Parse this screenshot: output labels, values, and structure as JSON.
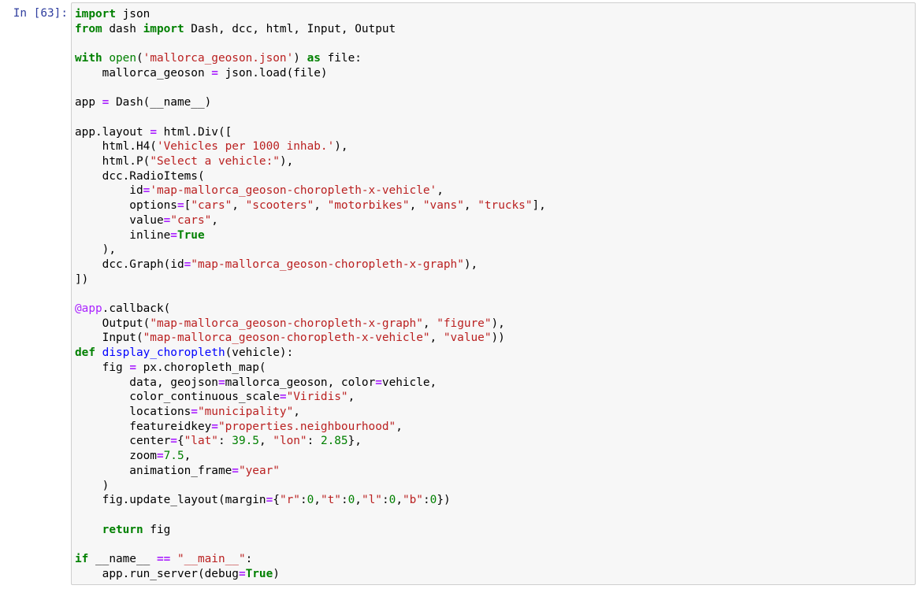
{
  "cell": {
    "prompt": "In [63]:",
    "language": "python",
    "lines": [
      "import json",
      "from dash import Dash, dcc, html, Input, Output",
      "",
      "with open('mallorca_geoson.json') as file:",
      "    mallorca_geoson = json.load(file)",
      "",
      "app = Dash(__name__)",
      "",
      "app.layout = html.Div([",
      "    html.H4('Vehicles per 1000 inhab.'),",
      "    html.P(\"Select a vehicle:\"),",
      "    dcc.RadioItems(",
      "        id='map-mallorca_geoson-choropleth-x-vehicle',",
      "        options=[\"cars\", \"scooters\", \"motorbikes\", \"vans\", \"trucks\"],",
      "        value=\"cars\",",
      "        inline=True",
      "    ),",
      "    dcc.Graph(id=\"map-mallorca_geoson-choropleth-x-graph\"),",
      "])",
      "",
      "@app.callback(",
      "    Output(\"map-mallorca_geoson-choropleth-x-graph\", \"figure\"),",
      "    Input(\"map-mallorca_geoson-choropleth-x-vehicle\", \"value\"))",
      "def display_choropleth(vehicle):",
      "    fig = px.choropleth_map(",
      "        data, geojson=mallorca_geoson, color=vehicle,",
      "        color_continuous_scale=\"Viridis\",",
      "        locations=\"municipality\",",
      "        featureidkey=\"properties.neighbourhood\",",
      "        center={\"lat\": 39.5, \"lon\": 2.85},",
      "        zoom=7.5,",
      "        animation_frame=\"year\"",
      "    )",
      "    fig.update_layout(margin={\"r\":0,\"t\":0,\"l\":0,\"b\":0})",
      "",
      "    return fig",
      "",
      "if __name__ == \"__main__\":",
      "    app.run_server(debug=True)"
    ]
  },
  "colors": {
    "prompt": "#303f9f",
    "cell_bg": "#f7f7f7",
    "cell_border": "#cfcfcf",
    "keyword": "#008000",
    "string": "#ba2121",
    "operator": "#aa22ff",
    "function_name": "#0000ff"
  }
}
